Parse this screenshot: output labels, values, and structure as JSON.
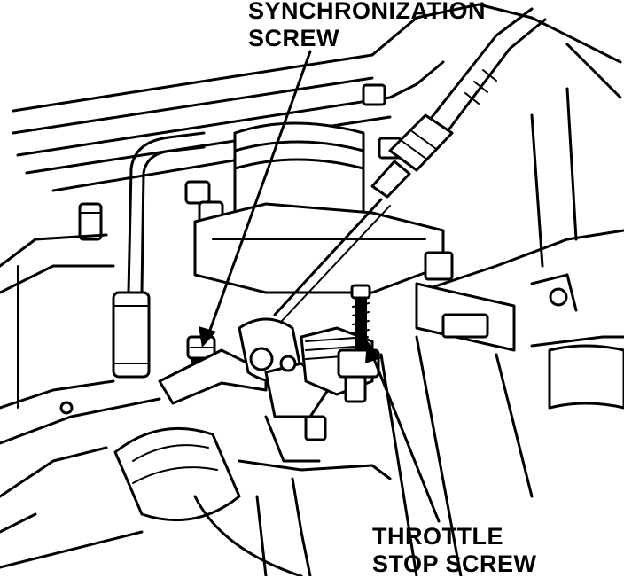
{
  "callouts": {
    "synchronization_screw": {
      "line1": "SYNCHRONIZATION",
      "line2": "SCREW"
    },
    "throttle_stop_screw": {
      "line1": "THROTTLE",
      "line2": "STOP SCREW"
    }
  },
  "colors": {
    "ink": "#000000",
    "paper": "#ffffff"
  }
}
